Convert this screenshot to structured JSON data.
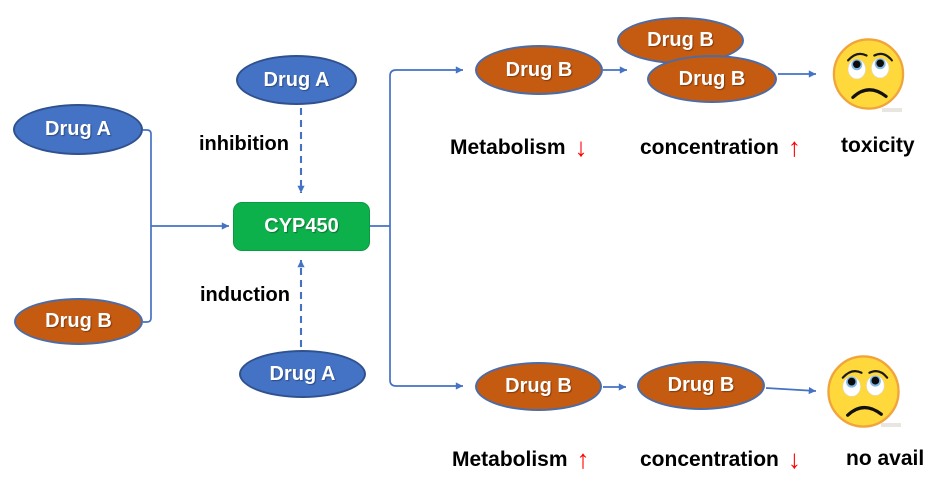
{
  "diagram": {
    "title_hint": "CYP450 drug-drug interaction diagram",
    "nodes": {
      "source_drug_a": {
        "label": "Drug A"
      },
      "source_drug_b": {
        "label": "Drug B"
      },
      "inhibitor_drug_a": {
        "label": "Drug A"
      },
      "inducer_drug_a": {
        "label": "Drug A"
      },
      "enzyme": {
        "label": "CYP450"
      },
      "top_drug_b_1": {
        "label": "Drug B"
      },
      "top_drug_b_accum_back": {
        "label": "Drug B"
      },
      "top_drug_b_accum_front": {
        "label": "Drug B"
      },
      "bottom_drug_b_1": {
        "label": "Drug B"
      },
      "bottom_drug_b_2": {
        "label": "Drug B"
      }
    },
    "edge_labels": {
      "inhibition": "inhibition",
      "induction": "induction"
    },
    "outcomes": {
      "top_metabolism": {
        "text": "Metabolism",
        "arrow": "↓"
      },
      "top_concentration": {
        "text": "concentration",
        "arrow": "↑"
      },
      "top_result": "toxicity",
      "bottom_metabolism": {
        "text": "Metabolism",
        "arrow": "↑"
      },
      "bottom_concentration": {
        "text": "concentration",
        "arrow": "↓"
      },
      "bottom_result": "no avail"
    },
    "icons": {
      "sad_face": "sad-face-icon"
    },
    "colors": {
      "drug_a_fill": "#4472C4",
      "drug_b_fill": "#C55A11",
      "enzyme_fill": "#0DB14B",
      "connector": "#4472C4",
      "emphasis_arrow": "#FF0000",
      "label_text": "#000000",
      "node_text": "#FFFFFF",
      "face_fill": "#FFD93B",
      "face_stroke": "#F1A43B"
    }
  }
}
